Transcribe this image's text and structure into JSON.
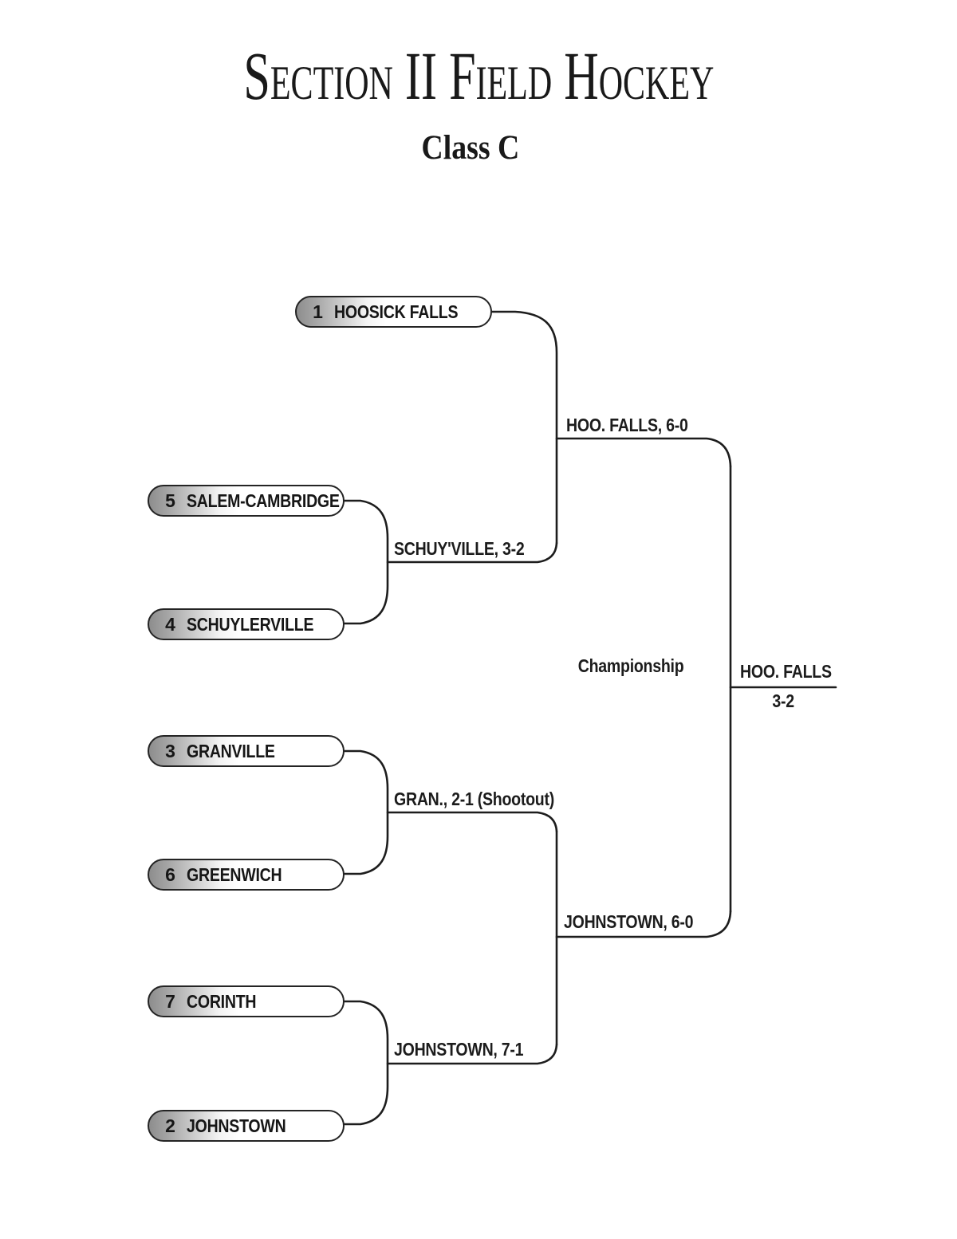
{
  "title": "Section II Field Hockey",
  "subtitle": "Class C",
  "teams": [
    {
      "seed": "1",
      "name": "HOOSICK FALLS"
    },
    {
      "seed": "5",
      "name": "SALEM-CAMBRIDGE"
    },
    {
      "seed": "4",
      "name": "SCHUYLERVILLE"
    },
    {
      "seed": "3",
      "name": "GRANVILLE"
    },
    {
      "seed": "6",
      "name": "GREENWICH"
    },
    {
      "seed": "7",
      "name": "CORINTH"
    },
    {
      "seed": "2",
      "name": "JOHNSTOWN"
    }
  ],
  "results": {
    "qf1": "SCHUY'VILLE, 3-2",
    "qf2": "GRAN., 2-1 (Shootout)",
    "qf3": "JOHNSTOWN, 7-1",
    "sf1": "HOO. FALLS, 6-0",
    "sf2": "JOHNSTOWN, 6-0"
  },
  "final": {
    "round_label": "Championship",
    "winner": "HOO. FALLS",
    "score": "3-2"
  },
  "colors": {
    "line": "#1d1d1d",
    "text": "#161616",
    "seed_gradient": "#8d8d8d"
  }
}
